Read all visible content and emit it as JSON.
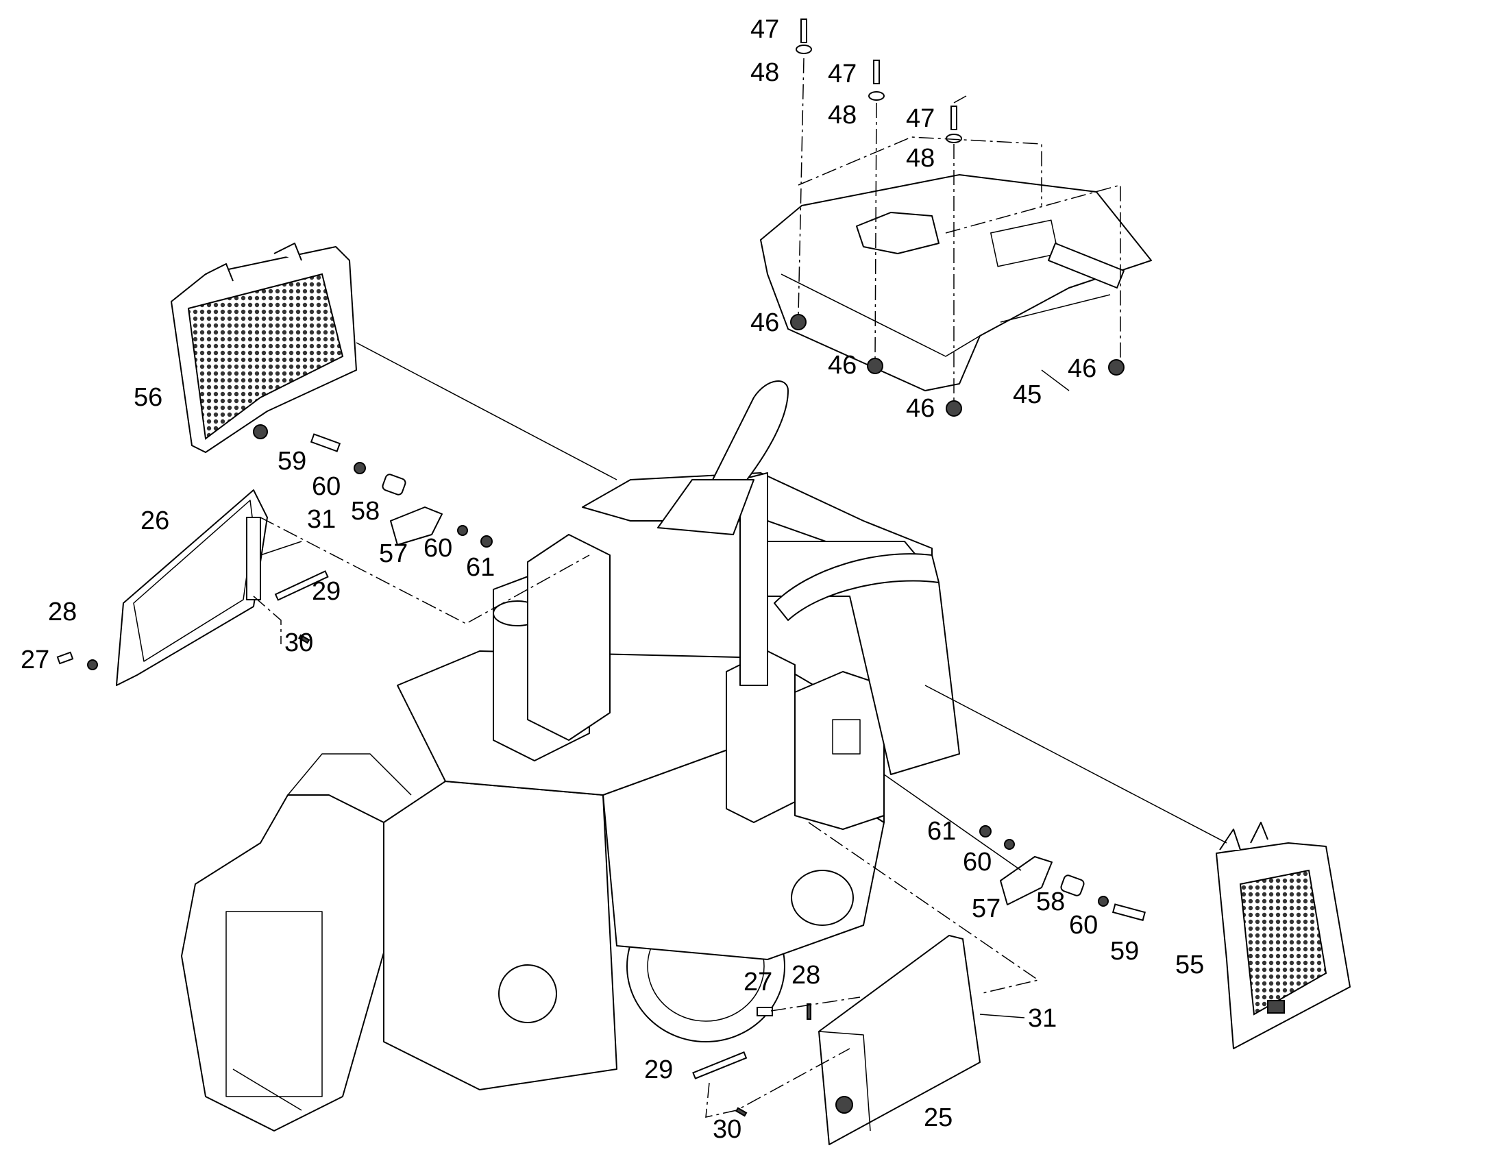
{
  "colors": {
    "line": "#000000",
    "background": "#ffffff",
    "mesh": "#333333"
  },
  "callouts": [
    {
      "id": "c47a",
      "text": "47"
    },
    {
      "id": "c48a",
      "text": "48"
    },
    {
      "id": "c47b",
      "text": "47"
    },
    {
      "id": "c48b",
      "text": "48"
    },
    {
      "id": "c47c",
      "text": "47"
    },
    {
      "id": "c48c",
      "text": "48"
    },
    {
      "id": "c46a",
      "text": "46"
    },
    {
      "id": "c46b",
      "text": "46"
    },
    {
      "id": "c46c",
      "text": "46"
    },
    {
      "id": "c46d",
      "text": "46"
    },
    {
      "id": "c45",
      "text": "45"
    },
    {
      "id": "c56",
      "text": "56"
    },
    {
      "id": "c59a",
      "text": "59"
    },
    {
      "id": "c60a",
      "text": "60"
    },
    {
      "id": "c58a",
      "text": "58"
    },
    {
      "id": "c57a",
      "text": "57"
    },
    {
      "id": "c60b",
      "text": "60"
    },
    {
      "id": "c61a",
      "text": "61"
    },
    {
      "id": "c26",
      "text": "26"
    },
    {
      "id": "c31a",
      "text": "31"
    },
    {
      "id": "c29a",
      "text": "29"
    },
    {
      "id": "c28a",
      "text": "28"
    },
    {
      "id": "c27a",
      "text": "27"
    },
    {
      "id": "c30a",
      "text": "30"
    },
    {
      "id": "c61b",
      "text": "61"
    },
    {
      "id": "c60c",
      "text": "60"
    },
    {
      "id": "c57b",
      "text": "57"
    },
    {
      "id": "c58b",
      "text": "58"
    },
    {
      "id": "c60d",
      "text": "60"
    },
    {
      "id": "c59b",
      "text": "59"
    },
    {
      "id": "c55",
      "text": "55"
    },
    {
      "id": "c27b",
      "text": "27"
    },
    {
      "id": "c28b",
      "text": "28"
    },
    {
      "id": "c31b",
      "text": "31"
    },
    {
      "id": "c29b",
      "text": "29"
    },
    {
      "id": "c30b",
      "text": "30"
    },
    {
      "id": "c25",
      "text": "25"
    }
  ]
}
